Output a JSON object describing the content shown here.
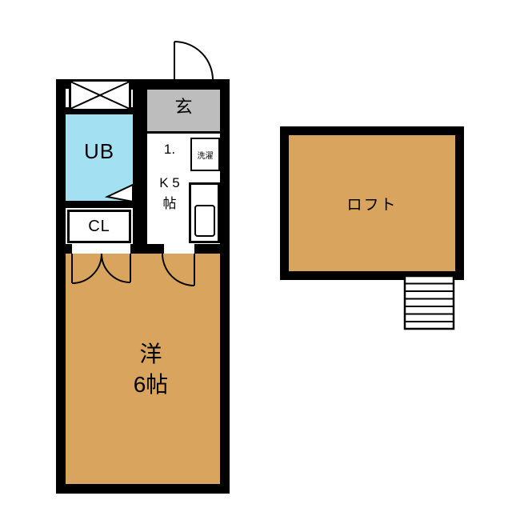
{
  "colors": {
    "wall": "#000000",
    "room_tan": "#D9A55E",
    "bath_blue": "#A3E0F2",
    "genkan_gray": "#BDBDBD",
    "background": "#FFFFFF"
  },
  "labels": {
    "genkan": "玄",
    "unit_bath": "UB",
    "closet": "CL",
    "kitchen_lines": [
      "1.",
      "K 5",
      "帖"
    ],
    "washer": "洗濯",
    "room_line1": "洋",
    "room_line2": "6帖",
    "loft": "ロフト"
  }
}
